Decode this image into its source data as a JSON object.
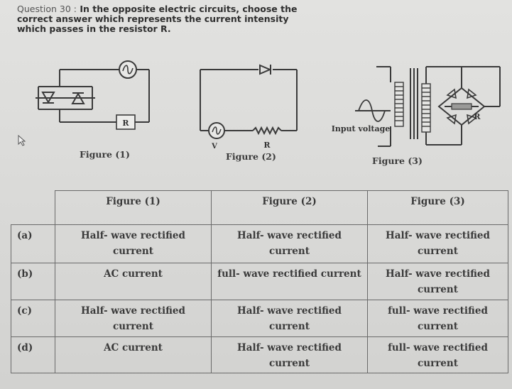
{
  "question": {
    "number": "Question 30 :",
    "text": "In the opposite electric circuits, choose the correct answer which represents the current intensity which passes in the resistor R."
  },
  "figures": [
    {
      "caption": "Figure (1)",
      "resistor_label": "R"
    },
    {
      "caption": "Figure (2)",
      "source_label": "V",
      "resistor_label": "R"
    },
    {
      "caption": "Figure (3)",
      "input_label": "Input voltage",
      "resistor_label": "R"
    }
  ],
  "table": {
    "headers": [
      "",
      "Figure (1)",
      "Figure (2)",
      "Figure (3)"
    ],
    "rows": [
      {
        "option": "(a)",
        "cells": [
          "Half- wave rectified current",
          "Half- wave rectified current",
          "Half- wave rectified current"
        ]
      },
      {
        "option": "(b)",
        "cells": [
          "AC current",
          "full- wave rectified current",
          "Half- wave rectified current"
        ]
      },
      {
        "option": "(c)",
        "cells": [
          "Half- wave rectified current",
          "Half- wave rectified current",
          "full- wave rectified current"
        ]
      },
      {
        "option": "(d)",
        "cells": [
          "AC current",
          "Half- wave rectified current",
          "full- wave rectified current"
        ]
      }
    ]
  }
}
